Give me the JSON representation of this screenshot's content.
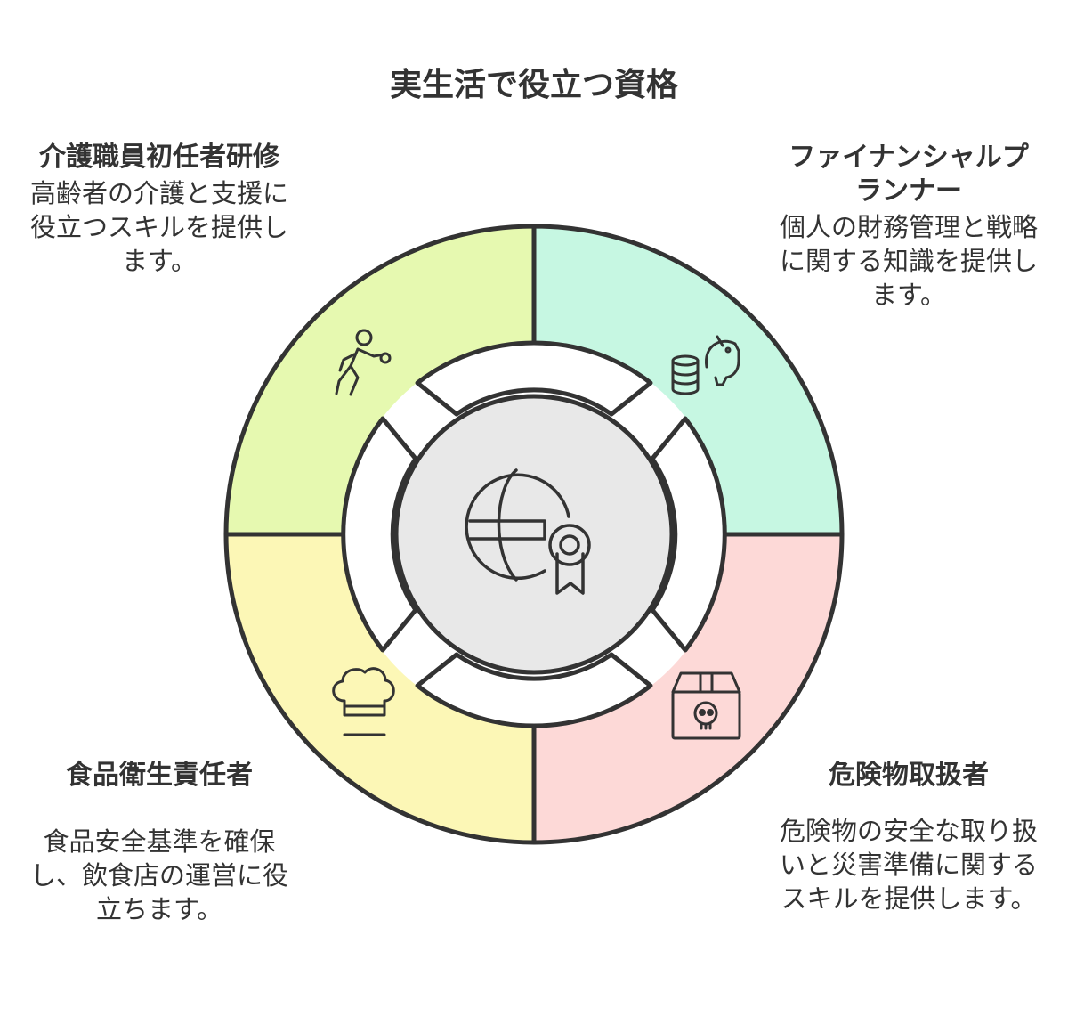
{
  "title": "実生活で役立つ資格",
  "quadrants": [
    {
      "id": "top-left",
      "title": "介護職員初任者研修",
      "description": "高齢者の介護と支援に役立つスキルを提供します。",
      "color": "#E6F9B0",
      "icon": "person-walking-icon"
    },
    {
      "id": "top-right",
      "title": "ファイナンシャルプランナー",
      "description": "個人の財務管理と戦略に関する知識を提供します。",
      "color": "#C6F7E2",
      "icon": "piggy-bank-coins-icon"
    },
    {
      "id": "bottom-left",
      "title": "食品衛生責任者",
      "description": "食品安全基準を確保し、飲食店の運営に役立ちます。",
      "color": "#FCF7B6",
      "icon": "chef-hat-icon"
    },
    {
      "id": "bottom-right",
      "title": "危険物取扱者",
      "description": "危険物の安全な取り扱いと災害準備に関するスキルを提供します。",
      "color": "#FDD9D7",
      "icon": "hazard-box-icon"
    }
  ],
  "center": {
    "color": "#E8E8E8",
    "icon": "globe-certificate-icon"
  },
  "stroke_color": "#333333"
}
